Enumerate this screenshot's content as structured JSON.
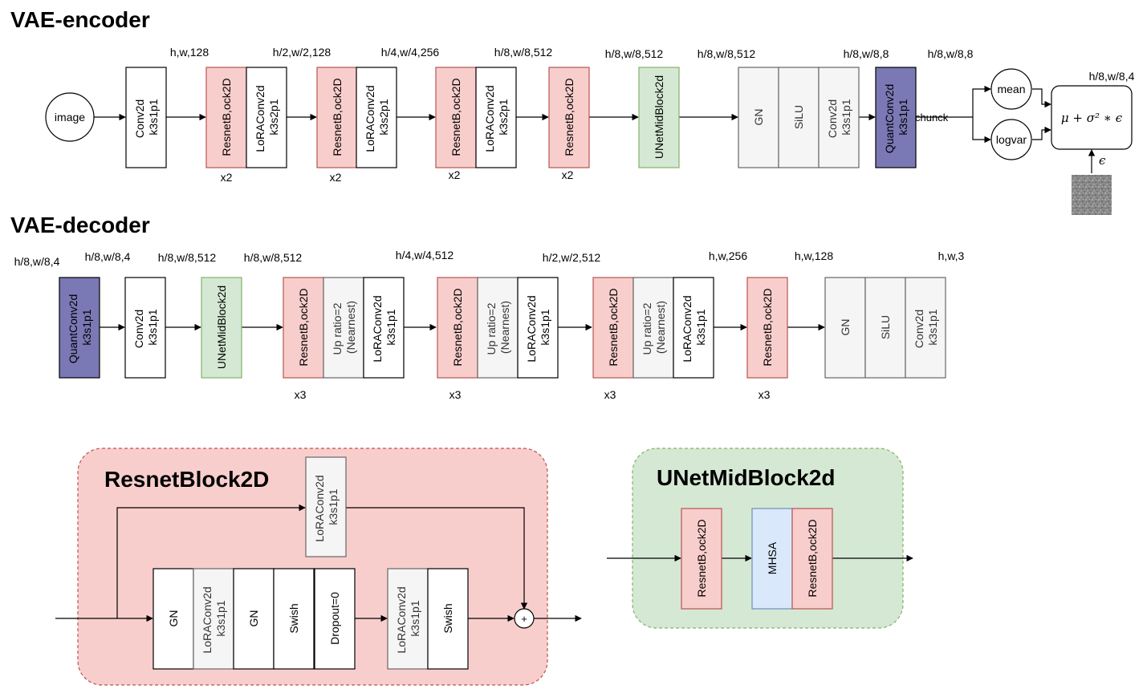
{
  "encoder": {
    "title": "VAE-encoder",
    "dims": [
      "h,w,128",
      "h/2,w/2,128",
      "h/4,w/4,256",
      "h/8,w/8,512",
      "h/8,w/8,512",
      "h/8,w/8,512",
      "h/8,w/8,8",
      "h/8,w/8,8",
      "h/8,w/8,4"
    ],
    "image_label": "image",
    "conv_in": [
      "Conv2d",
      "k3s1p1"
    ],
    "resnet_label": "ResnetB,ock2D",
    "lora_down": [
      "LoRAConv2d",
      "k3s2p1"
    ],
    "repeats": [
      "x2",
      "x2",
      "x2",
      "x2"
    ],
    "mid_label": "UNetMidBlock2d",
    "gn": "GN",
    "silu": "SiLU",
    "conv_out": [
      "Conv2d",
      "k3s1p1"
    ],
    "quant": [
      "QuantConv2d",
      "k3s1p1"
    ],
    "chunck": "chunck",
    "mean": "mean",
    "logvar": "logvar",
    "epsilon": "ϵ",
    "formula": "μ + σ² ∗ ϵ"
  },
  "decoder": {
    "title": "VAE-decoder",
    "dims": [
      "h/8,w/8,4",
      "h/8,w/8,4",
      "h/8,w/8,512",
      "h/8,w/8,512",
      "h/4,w/4,512",
      "h/2,w/2,512",
      "h,w,256",
      "h,w,128",
      "h,w,3"
    ],
    "quant": [
      "QuantConv2d",
      "k3s1p1"
    ],
    "conv_in": [
      "Conv2d",
      "k3s1p1"
    ],
    "mid_label": "UNetMidBlock2d",
    "resnet_label": "ResnetB,ock2D",
    "up_label": [
      "Up ratio=2",
      "(Nearnest)"
    ],
    "lora_conv": [
      "LoRAConv2d",
      "k3s1p1"
    ],
    "repeats": [
      "x3",
      "x3",
      "x3",
      "x3"
    ],
    "gn": "GN",
    "silu": "SiLU",
    "conv_out": [
      "Conv2d",
      "k3s1p1"
    ]
  },
  "resnet_block": {
    "title": "ResnetBlock2D",
    "shortcut": [
      "LoRAConv2d",
      "k3s1p1"
    ],
    "gn1": "GN",
    "conv1": [
      "LoRAConv2d",
      "k3s1p1"
    ],
    "gn2": "GN",
    "swish1": "Swish",
    "dropout": "Dropout=0",
    "conv2": [
      "LoRAConv2d",
      "k3s1p1"
    ],
    "swish2": "Swish",
    "plus": "+"
  },
  "unet_mid_block": {
    "title": "UNetMidBlock2d",
    "resnet1": "ResnetB,ock2D",
    "mhsa": "MHSA",
    "resnet2": "ResnetB,ock2D"
  },
  "colors": {
    "resnet_fill": "#f8cecc",
    "resnet_stroke": "#b85450",
    "mid_fill": "#d5e8d4",
    "mid_stroke": "#82b366",
    "quant_fill": "#7b78b6",
    "grey_fill": "#f5f5f5",
    "grey_stroke": "#666666",
    "mhsa_fill": "#dae8fc",
    "mhsa_stroke": "#6c8ebf"
  }
}
